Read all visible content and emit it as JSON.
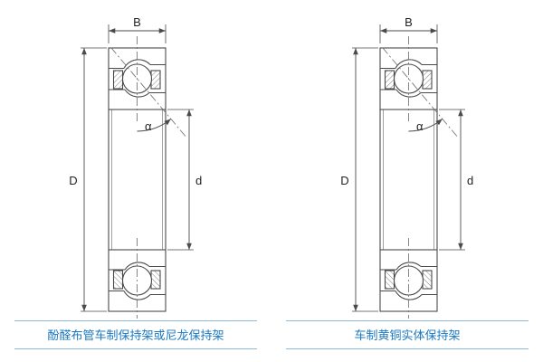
{
  "page": {
    "background": "#ffffff"
  },
  "colors": {
    "caption_text": "#1a79c0",
    "caption_rule": "#8fb9d9",
    "drawing_stroke": "#4a4a4a"
  },
  "diagrams": [
    {
      "dims": {
        "width": "B",
        "outer_diameter": "D",
        "bore_diameter": "d",
        "contact_angle": "α"
      },
      "caption": "酚醛布管车制保持架或尼龙保持架"
    },
    {
      "dims": {
        "width": "B",
        "outer_diameter": "D",
        "bore_diameter": "d",
        "contact_angle": "α"
      },
      "caption": "车制黄铜实体保持架"
    }
  ]
}
